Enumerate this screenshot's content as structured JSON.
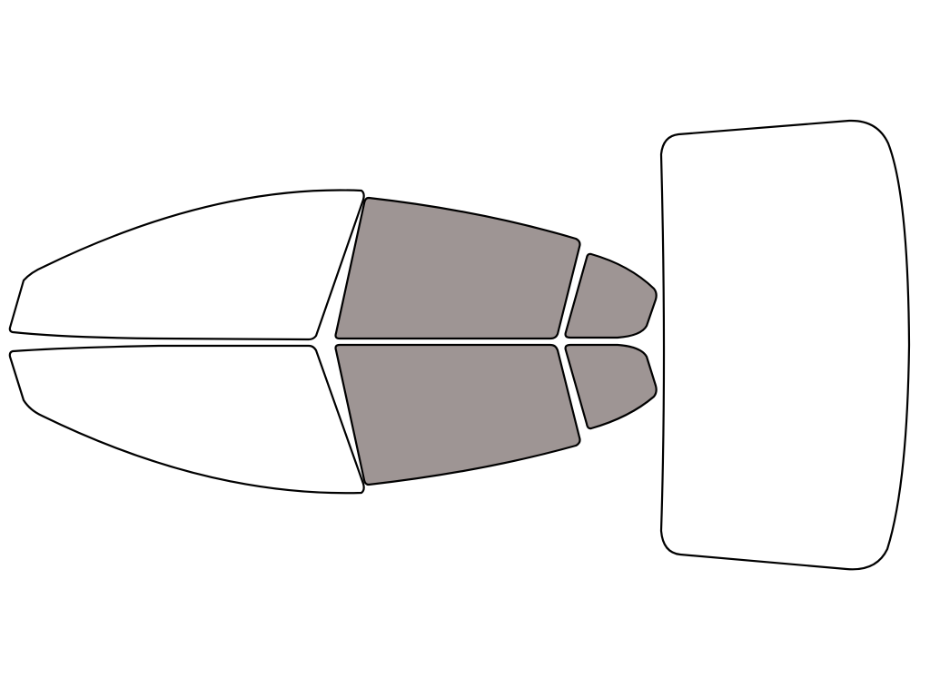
{
  "colors": {
    "background": "#ffffff",
    "outline": "#000000",
    "untinted": "#ffffff",
    "tinted": "#9e9594"
  },
  "windows": [
    {
      "id": "front-windshield-upper-half",
      "tinted": false
    },
    {
      "id": "front-windshield-lower-half",
      "tinted": false
    },
    {
      "id": "front-door-window-left",
      "tinted": true
    },
    {
      "id": "front-door-window-right",
      "tinted": true
    },
    {
      "id": "rear-door-window-left",
      "tinted": true
    },
    {
      "id": "rear-door-window-right",
      "tinted": true
    },
    {
      "id": "rear-windshield",
      "tinted": false
    }
  ]
}
